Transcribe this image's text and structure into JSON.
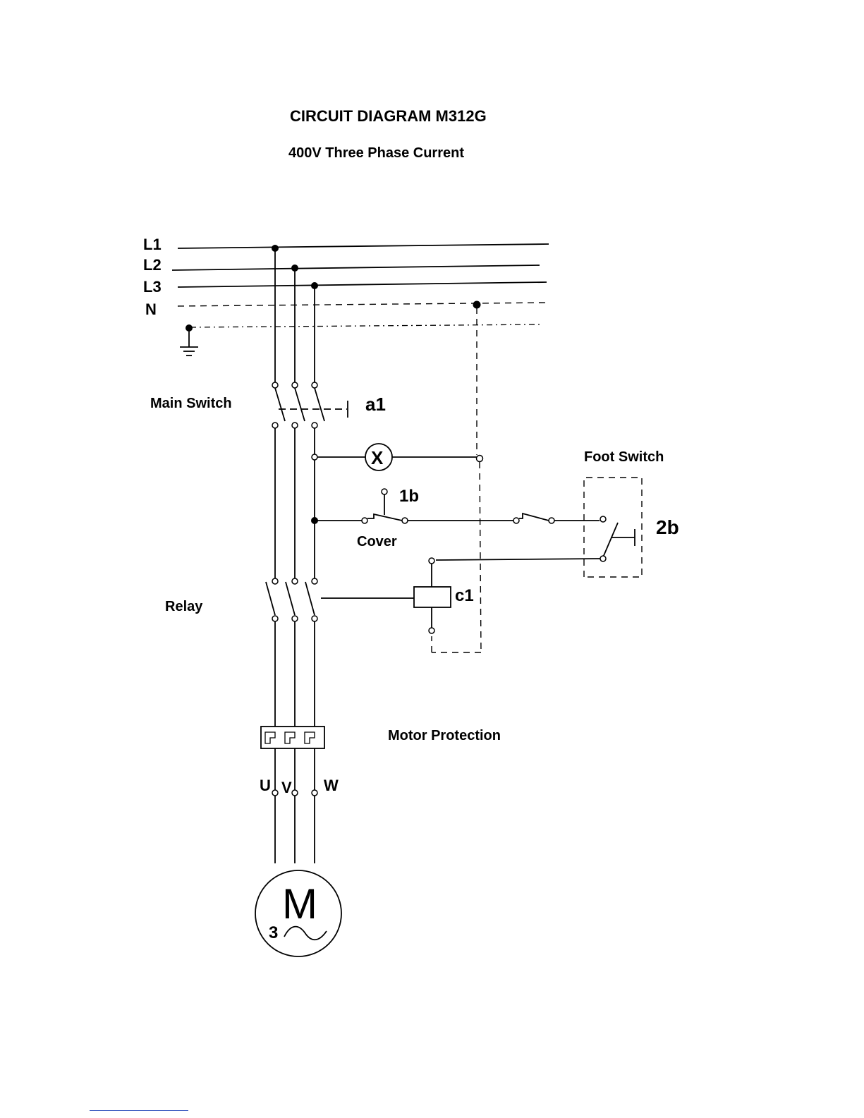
{
  "title": "CIRCUIT DIAGRAM M312G",
  "subtitle": "400V Three Phase Current",
  "lines": {
    "l1": "L1",
    "l2": "L2",
    "l3": "L3",
    "n": "N"
  },
  "labels": {
    "main_switch": "Main Switch",
    "main_switch_code": "a1",
    "lamp_symbol": "X",
    "cover_code": "1b",
    "cover": "Cover",
    "foot_switch": "Foot Switch",
    "foot_switch_code": "2b",
    "relay": "Relay",
    "relay_code": "c1",
    "motor_protection": "Motor Protection",
    "terminal_u": "U",
    "terminal_v": "V",
    "terminal_w": "W",
    "motor_letter": "M",
    "motor_phase": "3"
  }
}
